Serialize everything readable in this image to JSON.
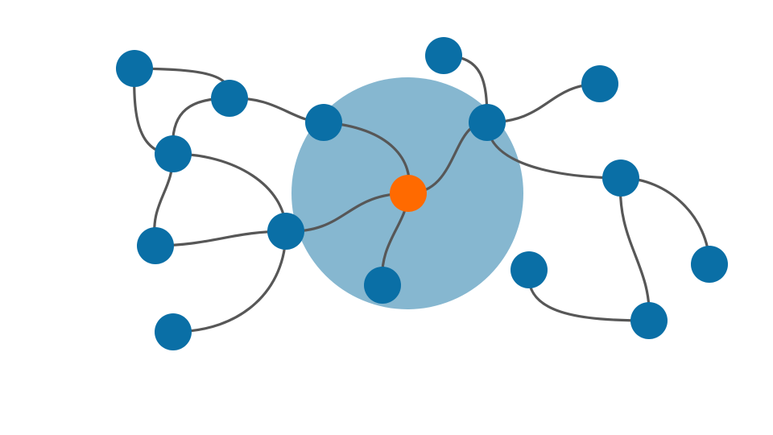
{
  "diagram": {
    "type": "network-graph",
    "colors": {
      "background": "#ffffff",
      "halo": "#86b7d0",
      "node": "#0a6fa6",
      "hub_node": "#ff6a00",
      "edge": "#575757"
    },
    "hub": "n_hub",
    "nodes": [
      "n_hub",
      "n_a",
      "n_b",
      "n_c",
      "n_d",
      "n_e",
      "n_f",
      "n_g",
      "n_h",
      "n_i",
      "n_j",
      "n_k",
      "n_l",
      "n_m",
      "n_n",
      "n_o",
      "n_p"
    ],
    "edges": [
      [
        "n_hub",
        "n_a"
      ],
      [
        "n_hub",
        "n_b"
      ],
      [
        "n_hub",
        "n_c"
      ],
      [
        "n_hub",
        "n_d"
      ],
      [
        "n_a",
        "n_e"
      ],
      [
        "n_e",
        "n_f"
      ],
      [
        "n_e",
        "n_g"
      ],
      [
        "n_f",
        "n_h"
      ],
      [
        "n_g",
        "n_h"
      ],
      [
        "n_g",
        "n_d"
      ],
      [
        "n_h",
        "n_i"
      ],
      [
        "n_i",
        "n_d"
      ],
      [
        "n_j",
        "n_d"
      ],
      [
        "n_c",
        "n_k"
      ],
      [
        "n_c",
        "n_l"
      ],
      [
        "n_c",
        "n_m"
      ],
      [
        "n_m",
        "n_n"
      ],
      [
        "n_m",
        "n_o"
      ],
      [
        "n_o",
        "n_p"
      ]
    ]
  }
}
